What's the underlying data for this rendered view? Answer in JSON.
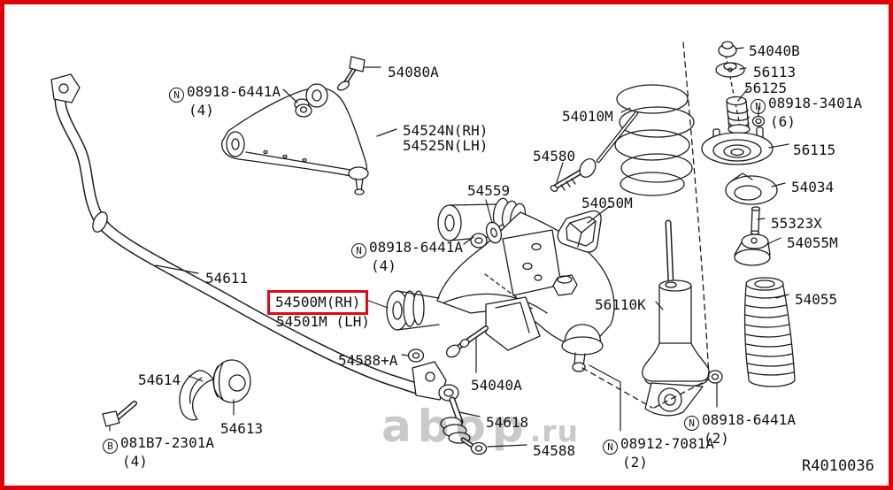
{
  "meta": {
    "diagram_ref": "R4010036",
    "watermark": "abop",
    "watermark_suffix": ".ru"
  },
  "colors": {
    "highlight_box": "#e30613",
    "page_border": "#dd0008",
    "line_art": "#1c1c1c",
    "watermark": "#c9c9c9"
  },
  "highlight": {
    "part": "54500M(RH)"
  },
  "labels": {
    "nut_top": {
      "prefix": "N",
      "text": "08918-6441A",
      "qty": "(4)"
    },
    "bolt_upper": {
      "text": "54080A"
    },
    "upper_arm_rh": {
      "text": "54524N(RH)"
    },
    "upper_arm_lh": {
      "text": "54525N(LH)"
    },
    "cap_nut": {
      "text": "54040B"
    },
    "washer_56113": {
      "text": "56113"
    },
    "bump_stop": {
      "text": "56125"
    },
    "nut_3401a": {
      "prefix": "N",
      "text": "08918-3401A",
      "qty": "(6)"
    },
    "strut_mount": {
      "text": "56115"
    },
    "coil_spring": {
      "text": "54010M"
    },
    "bolt_54580": {
      "text": "54580"
    },
    "washer_54559": {
      "text": "54559"
    },
    "seat_upper": {
      "text": "54034"
    },
    "pin_55323x": {
      "text": "55323X"
    },
    "bushing_54055m": {
      "text": "54055M"
    },
    "seat_lower": {
      "text": "54050M"
    },
    "nut_mid": {
      "prefix": "N",
      "text": "08918-6441A",
      "qty": "(4)"
    },
    "stabilizer_bar": {
      "text": "54611"
    },
    "lower_arm_lh": {
      "text": "54501M (LH)"
    },
    "shock_absorber": {
      "text": "56110K"
    },
    "boot": {
      "text": "54055"
    },
    "nut_54588a": {
      "text": "54588+A"
    },
    "bolt_54040a": {
      "text": "54040A"
    },
    "clamp": {
      "text": "54614"
    },
    "bushing_54613": {
      "text": "54613"
    },
    "bolt_b081b7": {
      "prefix": "B",
      "text": "081B7-2301A",
      "qty": "(4)"
    },
    "link": {
      "text": "54618"
    },
    "nut_54588": {
      "text": "54588"
    },
    "nut_7081a": {
      "prefix": "N",
      "text": "08912-7081A",
      "qty": "(2)"
    },
    "nut_bot": {
      "prefix": "N",
      "text": "08918-6441A",
      "qty": "(2)"
    }
  }
}
